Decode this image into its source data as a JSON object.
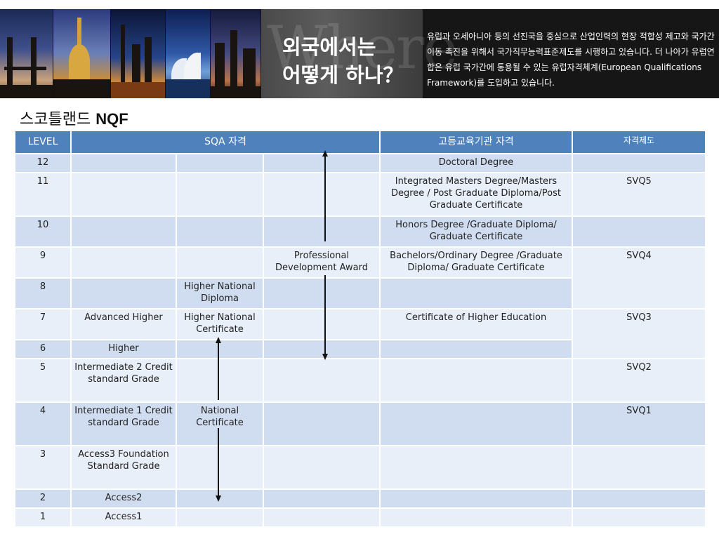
{
  "banner": {
    "title_line1": "외국에서는",
    "title_line2": "어떻게 하나？",
    "watermark": "Where",
    "description": "유럽과 오세아니아 등의 선진국을 중심으로 산업인력의 현장 적합성 제고와 국가간 이동 촉진을 위해서 국가직무능력표준제도를 시행하고 있습니다. 더 나아가 유럽연합은 유럽 국가간에 통용될 수 있는 유럽자격체계(European Qualifications Framework)를 도입하고 있습니다."
  },
  "page": {
    "subtitle_ko": "스코틀랜드",
    "subtitle_en": "NQF"
  },
  "table": {
    "headers": {
      "level": "LEVEL",
      "sqa": "SQA 자격",
      "higher_ed": "고등교육기관 자격",
      "system": "자격제도"
    },
    "rows": [
      {
        "level": "12",
        "c1": "",
        "c2": "",
        "c3": "",
        "he": "Doctoral Degree",
        "sys": ""
      },
      {
        "level": "11",
        "c1": "",
        "c2": "",
        "c3": "",
        "he": "Integrated Masters Degree/Masters Degree / Post Graduate Diploma/Post Graduate  Certificate",
        "sys": "SVQ5"
      },
      {
        "level": "10",
        "c1": "",
        "c2": "",
        "c3": "",
        "he": "Honors Degree /Graduate Diploma/ Graduate Certificate",
        "sys": ""
      },
      {
        "level": "9",
        "c1": "",
        "c2": "",
        "c3": "Professional Development  Award",
        "he": "Bachelors/Ordinary Degree /Graduate Diploma/ Graduate Certificate",
        "sys": "SVQ4"
      },
      {
        "level": "8",
        "c1": "",
        "c2": "Higher National Diploma",
        "c3": "",
        "he": "",
        "sys": ""
      },
      {
        "level": "7",
        "c1": "Advanced Higher",
        "c2": "Higher National Certificate",
        "c3": "",
        "he": "Certificate    of    Higher    Education",
        "sys": "SVQ3"
      },
      {
        "level": "6",
        "c1": "Higher",
        "c2": "",
        "c3": "",
        "he": "",
        "sys": ""
      },
      {
        "level": "5",
        "c1": "Intermediate 2 Credit standard Grade",
        "c2": "",
        "c3": "",
        "he": "",
        "sys": "SVQ2"
      },
      {
        "level": "4",
        "c1": "Intermediate 1 Credit standard Grade",
        "c2": "National Certificate",
        "c3": "",
        "he": "",
        "sys": "SVQ1"
      },
      {
        "level": "3",
        "c1": "Access3 Foundation Standard Grade",
        "c2": "",
        "c3": "",
        "he": "",
        "sys": ""
      },
      {
        "level": "2",
        "c1": "Access2",
        "c2": "",
        "c3": "",
        "he": "",
        "sys": ""
      },
      {
        "level": "1",
        "c1": "Access1",
        "c2": "",
        "c3": "",
        "he": "",
        "sys": ""
      }
    ]
  },
  "colors": {
    "header_blue": "#4f81bd",
    "row_dark": "#d0ddf0",
    "row_light": "#e9eff8"
  }
}
